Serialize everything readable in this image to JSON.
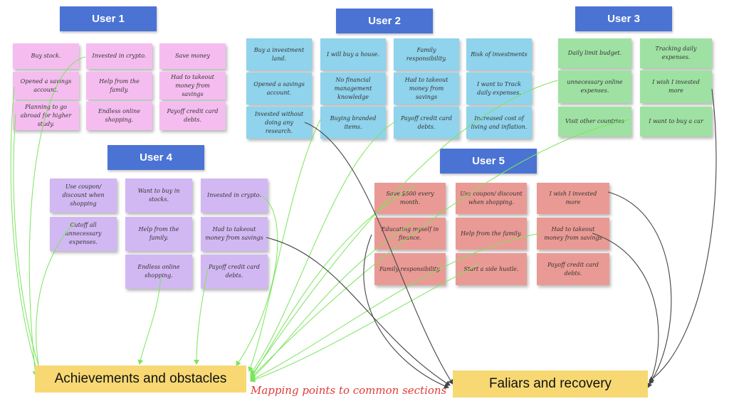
{
  "users": {
    "u1": {
      "title": "User 1",
      "notes": [
        "Buy stock.",
        "Invested in crypto.",
        "Save money",
        "Opened a savings account.",
        "Help from the family.",
        "Had to takeout money from savings",
        "Planning to go abroad for higher study.",
        "Endless online shopping.",
        "Payoff credit card debts."
      ]
    },
    "u2": {
      "title": "User 2",
      "notes": [
        "Buy a investment land.",
        "I will buy a house.",
        "Family responsibility.",
        "Risk of investments",
        "Opened a savings account.",
        "No financial management knowledge",
        "Had to takeout money from savings",
        "I want to Track daily expenses.",
        "Invested without doing any research.",
        "Buying branded items.",
        "Payoff credit card debts.",
        "Increased cost of living and inflation."
      ]
    },
    "u3": {
      "title": "User 3",
      "notes": [
        "Daily limit budget.",
        "Tracking daily expenses.",
        "unnecessary online expenses.",
        "I wish I invested more",
        "Visit other countries",
        "I want to buy a car"
      ]
    },
    "u4": {
      "title": "User 4",
      "notes": [
        "Use coupon/ discount when shopping",
        "Want to buy in stocks.",
        "Invested in crypto.",
        "Cutoff all unnecessary expenses.",
        "Help from the family.",
        "Had to takeout money from savings",
        "Endless online shopping.",
        "Payoff credit card debts."
      ]
    },
    "u5": {
      "title": "User 5",
      "notes": [
        "Save $500 every month.",
        "Use coupon/ discount when shopping.",
        "I wish I invested more",
        "Educating myself in finance.",
        "Help from the family.",
        "Had to takeout money from savings",
        "Family responsibility.",
        "Start a side hustle.",
        "Payoff credit card debts."
      ]
    }
  },
  "sections": {
    "achievements": "Achievements and obstacles",
    "failures": "Faliars and recovery"
  },
  "caption": "Mapping points to common sections",
  "colors": {
    "title_bg": "#4a73d4",
    "user1_notes": "#f5bdef",
    "user2_notes": "#8fd3ec",
    "user3_notes": "#9fe1a3",
    "user4_notes": "#d2b8f3",
    "user5_notes": "#ea9a94",
    "section_bg": "#f7d873",
    "caption_text": "#e03a3a",
    "achievement_arrows": "#7ae55c",
    "failure_arrows": "#444444"
  }
}
